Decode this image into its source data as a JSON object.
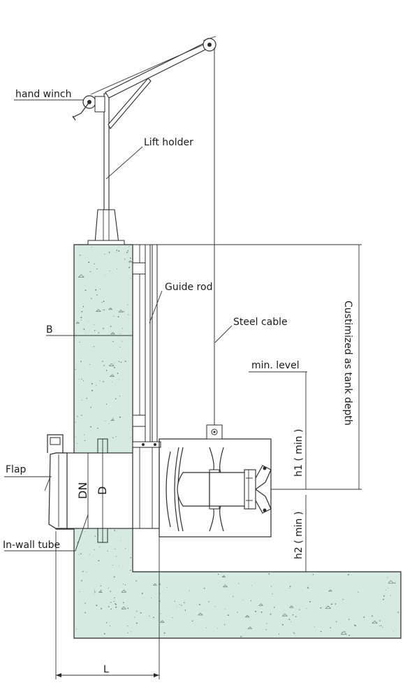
{
  "labels": {
    "hand_winch": "hand winch",
    "lift_holder": "Lift holder",
    "guide_rod": "Guide rod",
    "steel_cable": "Steel cable",
    "min_level": "min. level",
    "tank_depth": "Custimized as tank depth",
    "b": "B",
    "h1": "h1 ( min )",
    "h2": "h2 ( min )",
    "flap": "Flap",
    "dn": "DN",
    "d": "D",
    "in_wall_tube": "In-wall tube",
    "l": "L"
  },
  "colors": {
    "concrete_fill": "#d5ebe0",
    "concrete_speckle": "#5c6a62",
    "line": "#2b2b2b"
  }
}
